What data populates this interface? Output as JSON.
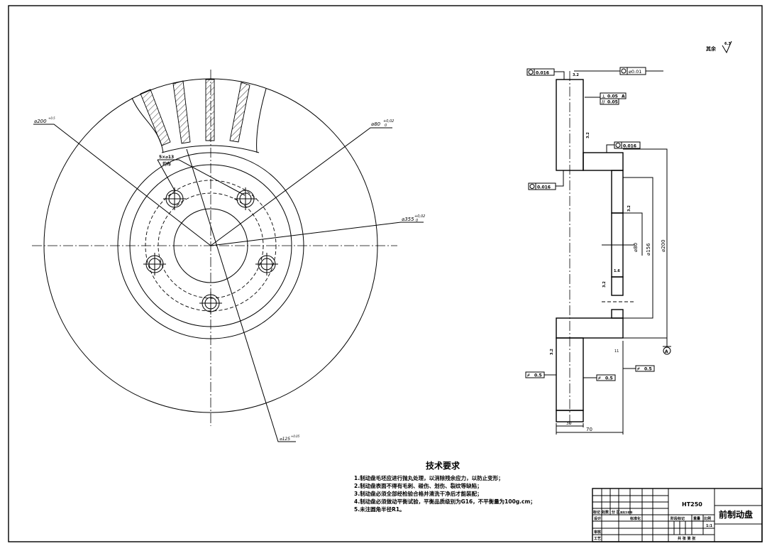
{
  "front_view": {
    "dim_outer": "⌀200",
    "dim_outer_tol": "+0.5",
    "dim_bore": "⌀80",
    "dim_bore_tol_upper": "+0,02",
    "dim_bore_tol_lower": "0",
    "dim_pcd": "⌀355",
    "dim_pcd_tol_upper": "+0,02",
    "dim_pcd_tol_lower": "0",
    "dim_holes": "5×⌀13",
    "dim_holes_note": "均布",
    "dim_125": "⌀125",
    "dim_125_tol": "+0.05"
  },
  "section_view": {
    "roughness_general_label": "其余",
    "roughness_general_value": "6.3",
    "fcf_top_left": "0.016",
    "fcf_top_left_2": "0.016",
    "fcf_mid": "0.016",
    "fcf_concentric": "⌀0.01",
    "fcf_perp": "0.05",
    "fcf_perp_datum": "A",
    "fcf_parallel": "0.05",
    "rough_top": "3.2",
    "rough_face": "3.2",
    "rough_hub": "3.2",
    "rough_bore": "1.6",
    "rough_hub2": "3.2",
    "rough_flange": "3.2",
    "fcf_runout_left": "0.5",
    "fcf_runout_mid": "0.5",
    "fcf_runout_right": "0.5",
    "dim_80": "⌀80",
    "dim_156": "⌀156",
    "dim_200": "⌀200",
    "dim_11": "11",
    "dim_30": "30",
    "dim_70": "70",
    "datum": "A"
  },
  "requirements": {
    "title": "技术要求",
    "items": [
      "1.制动盘毛坯应进行抛丸处理，以消除残余应力，以防止变形；",
      "2.制动盘表面不得有毛刺、碰伤、划伤、裂纹等缺陷；",
      "3.制动盘必须全部经检验合格并清洗干净后才能装配；",
      "4.制动盘必须做动平衡试验，平衡品质级别为G16，不平衡量为100g.cm；",
      "5.未注圆角半径R1。"
    ]
  },
  "title_block": {
    "material": "HT250",
    "part_name": "前制动盘",
    "mark_label": "标记",
    "count_label": "处数",
    "zone_label": "分 区",
    "change_doc_label": "更改文件号",
    "design_label": "设计",
    "standard_label": "标准化",
    "stage_label": "阶段标记",
    "weight_label": "重量",
    "scale_label": "比例",
    "scale_value": "1:1",
    "review_label": "审核",
    "process_label": "工艺",
    "sheets_label": "共 张 第 张"
  }
}
